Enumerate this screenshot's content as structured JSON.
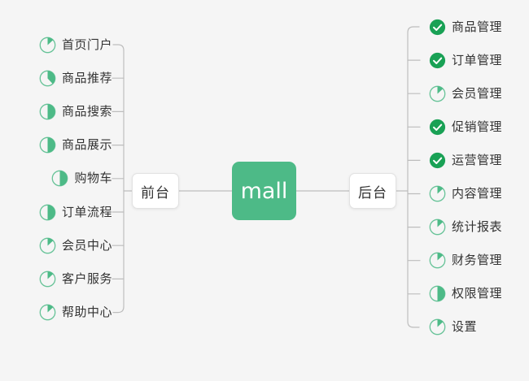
{
  "diagram": {
    "title": "mall",
    "background_color": "#f5f5f5",
    "accent_color": "#4dba87",
    "done_color": "#19a155",
    "line_color": "#bdbdbd",
    "text_color": "#333333",
    "center": {
      "label": "mall",
      "name": "center-node-mall"
    },
    "branches": [
      {
        "label": "前台",
        "name": "branch-node-frontend",
        "side": "left"
      },
      {
        "label": "后台",
        "name": "branch-node-backend",
        "side": "right"
      }
    ],
    "left_items": [
      {
        "label": "首页门户",
        "icon": "pie-progress-icon",
        "progress": 13,
        "status": "in-progress"
      },
      {
        "label": "商品推荐",
        "icon": "pie-progress-icon",
        "progress": 38,
        "status": "in-progress"
      },
      {
        "label": "商品搜索",
        "icon": "pie-progress-icon",
        "progress": 50,
        "status": "in-progress"
      },
      {
        "label": "商品展示",
        "icon": "pie-progress-icon",
        "progress": 50,
        "status": "in-progress"
      },
      {
        "label": "购物车",
        "icon": "pie-progress-icon",
        "progress": 50,
        "status": "in-progress"
      },
      {
        "label": "订单流程",
        "icon": "pie-progress-icon",
        "progress": 50,
        "status": "in-progress"
      },
      {
        "label": "会员中心",
        "icon": "pie-progress-icon",
        "progress": 13,
        "status": "in-progress"
      },
      {
        "label": "客户服务",
        "icon": "pie-progress-icon",
        "progress": 13,
        "status": "in-progress"
      },
      {
        "label": "帮助中心",
        "icon": "pie-progress-icon",
        "progress": 13,
        "status": "in-progress"
      }
    ],
    "right_items": [
      {
        "label": "商品管理",
        "icon": "check-circle-icon",
        "progress": 100,
        "status": "done"
      },
      {
        "label": "订单管理",
        "icon": "check-circle-icon",
        "progress": 100,
        "status": "done"
      },
      {
        "label": "会员管理",
        "icon": "pie-progress-icon",
        "progress": 13,
        "status": "in-progress"
      },
      {
        "label": "促销管理",
        "icon": "check-circle-icon",
        "progress": 100,
        "status": "done"
      },
      {
        "label": "运营管理",
        "icon": "check-circle-icon",
        "progress": 100,
        "status": "done"
      },
      {
        "label": "内容管理",
        "icon": "pie-progress-icon",
        "progress": 13,
        "status": "in-progress"
      },
      {
        "label": "统计报表",
        "icon": "pie-progress-icon",
        "progress": 13,
        "status": "in-progress"
      },
      {
        "label": "财务管理",
        "icon": "pie-progress-icon",
        "progress": 13,
        "status": "in-progress"
      },
      {
        "label": "权限管理",
        "icon": "pie-progress-icon",
        "progress": 50,
        "status": "in-progress"
      },
      {
        "label": "设置",
        "icon": "pie-progress-icon",
        "progress": 13,
        "status": "in-progress"
      }
    ]
  }
}
